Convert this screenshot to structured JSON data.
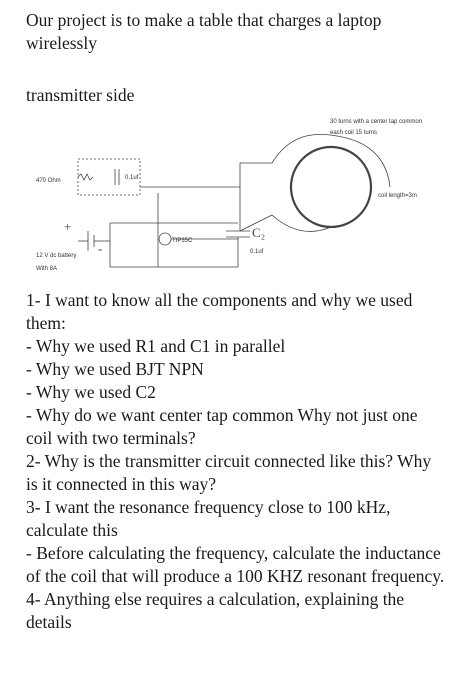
{
  "intro": "Our project is to make a table that charges a laptop wirelessly",
  "section_title": "transmitter side",
  "diagram": {
    "label_coil_turns": "30 turns with a center tap common",
    "label_coil_each": "each coil 15 turns",
    "label_resistor": "470 Ohm",
    "label_c1": "0.1uf",
    "label_coil_length": "coil length=3m",
    "label_battery": "12 V dc battery",
    "label_battery_current": "With 8A",
    "label_transistor": "TIP35C",
    "label_c2": "C₂",
    "label_c2_value": "0.1uf",
    "label_plus": "+",
    "label_minus": "-"
  },
  "questions": [
    "1- I want to know all the components and why we used them:",
    "- Why we used R1 and C1 in parallel",
    "- Why we used BJT NPN",
    "- Why we used C2",
    "- Why do we want center tap common Why not just one coil with two terminals?",
    "2- Why is the transmitter circuit connected like this? Why is it connected in this way?",
    "3- I want the resonance frequency close to 100 kHz, calculate this",
    "- Before calculating the frequency, calculate the inductance of the coil that will produce a 100 KHZ resonant frequency.",
    "4- Anything else requires a calculation, explaining the details"
  ]
}
